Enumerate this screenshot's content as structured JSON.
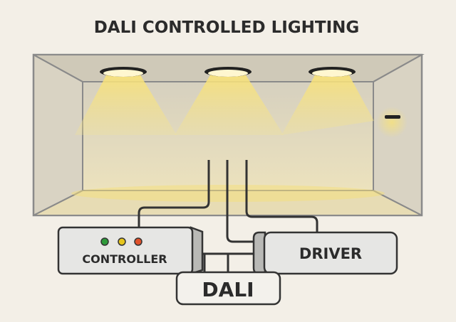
{
  "title": "DALI CONTROLLED LIGHTING",
  "controller": {
    "label": "CONTROLLER",
    "leds": [
      "#2e9a3a",
      "#e6c51c",
      "#e0512a"
    ]
  },
  "driver": {
    "label": "DRIVER"
  },
  "bus": {
    "label": "DALI"
  },
  "colors": {
    "background": "#f3efe7",
    "light": "#f6e07a",
    "stroke": "#333333",
    "box": "#e6e6e4"
  }
}
